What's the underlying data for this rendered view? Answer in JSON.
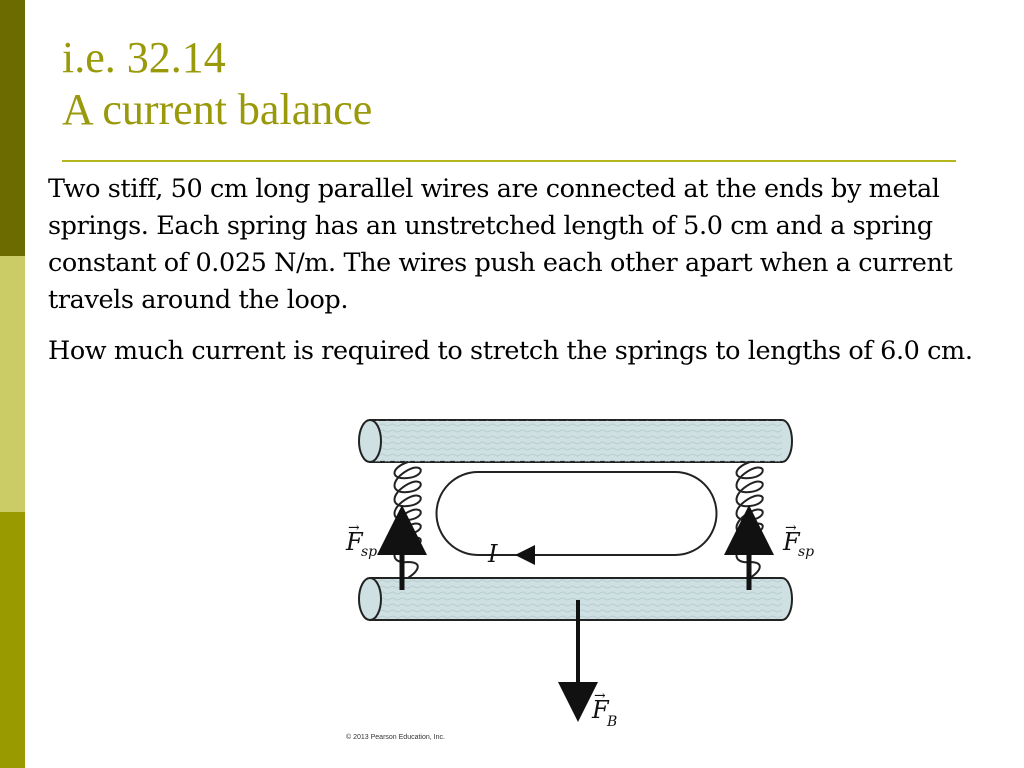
{
  "theme": {
    "sidebar_colors": [
      "#6b6b00",
      "#cccc66",
      "#999900"
    ],
    "title_color": "#99990a",
    "rule_color": "#b5b51e",
    "wire_fill": "#cfe0e3"
  },
  "slide": {
    "title_line1": "i.e. 32.14",
    "title_line2": "A current balance",
    "paragraph1": "Two stiff, 50 cm long parallel wires are connected at the ends by metal springs.  Each spring has an unstretched length of 5.0 cm and a spring constant of 0.025 N/m.  The wires push each other apart when a current travels around the loop.",
    "paragraph2": "How much current is required to stretch the springs to lengths of 6.0 cm."
  },
  "figure": {
    "current_label": "I",
    "force_spring_label": "F",
    "force_spring_sub": "sp",
    "force_magnetic_label": "F",
    "force_magnetic_sub": "B",
    "credit": "© 2013 Pearson Education, Inc."
  }
}
